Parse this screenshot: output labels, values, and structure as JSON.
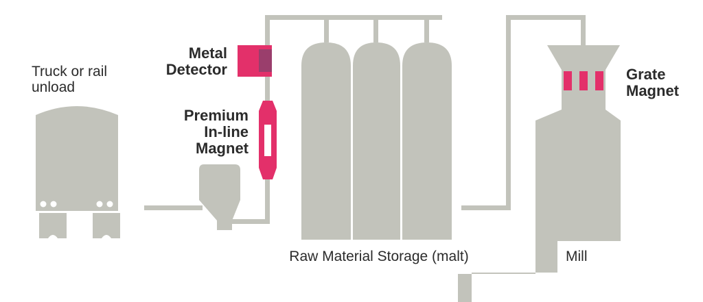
{
  "labels": {
    "truck_line1": "Truck or rail",
    "truck_line2": "unload",
    "metal_detector_line1": "Metal",
    "metal_detector_line2": "Detector",
    "inline_magnet_line1": "Premium",
    "inline_magnet_line2": "In-line",
    "inline_magnet_line3": "Magnet",
    "storage": "Raw Material Storage (malt)",
    "mill": "Mill",
    "grate_magnet_line1": "Grate",
    "grate_magnet_line2": "Magnet"
  },
  "colors": {
    "equipment": "#c2c3bb",
    "magnet_accent": "#e3306a",
    "detector_dark": "#9a3e6c",
    "label_text": "#2b2b2b",
    "background": "#ffffff"
  }
}
